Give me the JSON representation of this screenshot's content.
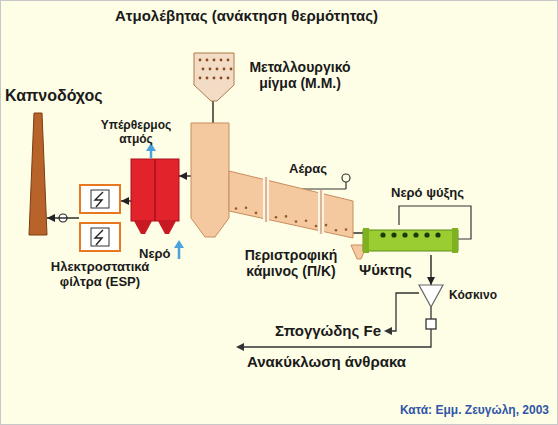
{
  "diagram": {
    "caption": "Κατά: Εμμ. Ζευγώλη, 2003",
    "nodes": [
      {
        "text": [
          "Καπνοδόχος"
        ]
      },
      {
        "text": [
          "Ηλεκτροστατικά φίλτρα (ESP)"
        ]
      },
      {
        "text": [
          "Ατμολέβητας (ανάκτηση θερμότητας)"
        ]
      },
      {
        "text": [
          "Μεταλλουργικό μίγμα (Μ.Μ.)"
        ]
      },
      {
        "text": [
          "Περιστροφική κάμινος (Π/Κ)"
        ]
      },
      {
        "text": [
          "Ψύκτης"
        ]
      },
      {
        "text": [
          "Κόσκινο"
        ]
      }
    ],
    "edges": [
      {
        "from": 1,
        "to": 0,
        "arrow": "to"
      },
      {
        "from": 2,
        "to": 1,
        "arrow": "to"
      },
      {
        "from": 4,
        "to": 2,
        "arrow": "to"
      },
      {
        "from": 3,
        "to": 4,
        "arrow": "none"
      },
      {
        "from": 4,
        "to": 5,
        "arrow": "none"
      },
      {
        "from": 5,
        "to": 6,
        "arrow": "to"
      }
    ],
    "labels": [
      "Υπέρθερμος ατμός",
      "Νερό",
      "Αέρας",
      "Νερό ψύξης",
      "Σπογγώδης Fe",
      "Ανακύκλωση άνθρακα"
    ]
  }
}
